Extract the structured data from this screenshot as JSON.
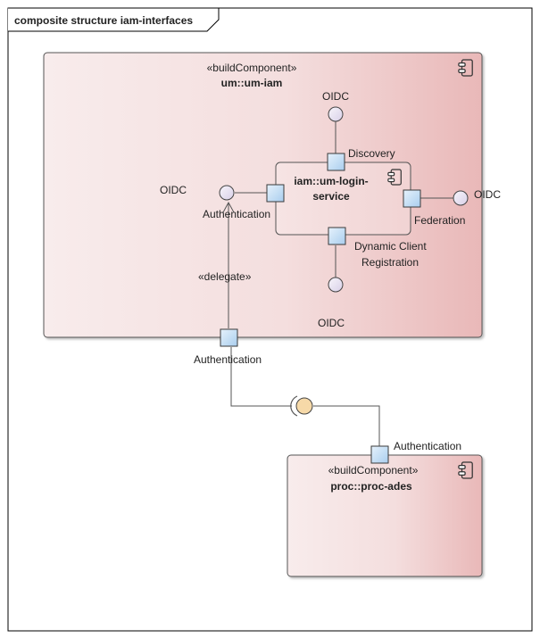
{
  "frame": {
    "title": "composite structure iam-interfaces"
  },
  "colors": {
    "frame_border": "#000000",
    "component_light": "#f8ecec",
    "component_dark": "#e9b8b8",
    "component_border": "#555555",
    "port_fill": "#cfe4f7",
    "port_border": "#3a3a3a",
    "provided_interface_fill": "#ebe6f3",
    "required_interface_fill": "#f6d9a8",
    "connector": "#555555"
  },
  "um_iam": {
    "stereotype": "«buildComponent»",
    "name": "um::um-iam"
  },
  "login_service": {
    "name_line1": "iam::um-login-",
    "name_line2": "service"
  },
  "interfaces": {
    "oidc_top": "OIDC",
    "oidc_left": "OIDC",
    "oidc_right": "OIDC",
    "oidc_bottom": "OIDC"
  },
  "ports": {
    "discovery": "Discovery",
    "authentication_inner": "Authentication",
    "federation": "Federation",
    "dynamic_client_line1": "Dynamic Client",
    "dynamic_client_line2": "Registration",
    "authentication_outer": "Authentication",
    "authentication_proc": "Authentication"
  },
  "connectors": {
    "delegate": "«delegate»"
  },
  "proc_ades": {
    "stereotype": "«buildComponent»",
    "name": "proc::proc-ades"
  },
  "icons": {
    "component": "component-icon",
    "port": "port-square-icon",
    "provided_interface": "lollipop-icon",
    "required_interface": "socket-icon"
  }
}
